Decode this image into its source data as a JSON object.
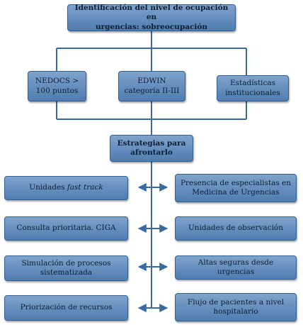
{
  "top": {
    "line1": "Identificación del nivel de ocupación en",
    "line2": "urgencias: sobreocupación"
  },
  "criteria": [
    {
      "line1": "NEDOCS >",
      "line2": "100 puntos"
    },
    {
      "line1": "EDWIN",
      "line2": "categoría II-III"
    },
    {
      "line1": "Estadísticas",
      "line2": "institucionales"
    }
  ],
  "strategies": {
    "line1": "Estrategias para",
    "line2": "afrontarlo"
  },
  "left": [
    {
      "text": "Unidades ",
      "italic": "fast track"
    },
    {
      "text": "Consulta prioritaria. CIGA"
    },
    {
      "line1": "Simulación de procesos",
      "line2": "sistematizada"
    },
    {
      "text": "Priorización de recursos"
    }
  ],
  "right": [
    {
      "line1": "Presencia de especialistas en",
      "line2": "Medicina de Urgencias"
    },
    {
      "text": "Unidades de observación"
    },
    {
      "text": "Altas seguras desde urgencias"
    },
    {
      "line1": "Flujo de pacientes a nivel",
      "line2": "hospitalario"
    }
  ],
  "colors": {
    "box_fill": "#5f8bbd",
    "box_border": "#2f5f93",
    "connector": "#3a6aa0"
  }
}
